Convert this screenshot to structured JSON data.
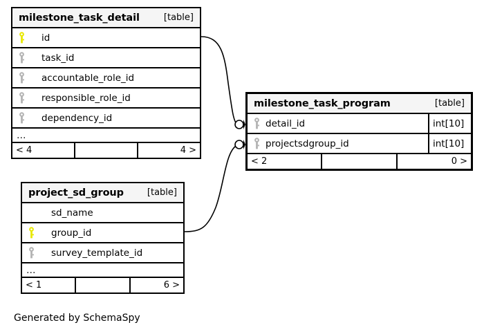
{
  "diagram": {
    "caption": "Generated by SchemaSpy",
    "kind_label": "[table]",
    "ellipsis": "…",
    "colors": {
      "primary_key": "#e8e800",
      "foreign_key": "#b3b3b3",
      "border": "#000000",
      "header_background": "#f5f5f5",
      "background": "#ffffff"
    }
  },
  "tables": [
    {
      "id": "milestone_task_detail",
      "name": "milestone_task_detail",
      "kind": "[table]",
      "columns": [
        {
          "name": "id",
          "key": "primary",
          "type": ""
        },
        {
          "name": "task_id",
          "key": "foreign",
          "type": ""
        },
        {
          "name": "accountable_role_id",
          "key": "foreign",
          "type": ""
        },
        {
          "name": "responsible_role_id",
          "key": "foreign",
          "type": ""
        },
        {
          "name": "dependency_id",
          "key": "foreign",
          "type": ""
        }
      ],
      "has_more": true,
      "footer": {
        "left": "< 4",
        "middle": "",
        "right": "4 >"
      }
    },
    {
      "id": "milestone_task_program",
      "name": "milestone_task_program",
      "kind": "[table]",
      "columns": [
        {
          "name": "detail_id",
          "key": "foreign",
          "type": "int[10]"
        },
        {
          "name": "projectsdgroup_id",
          "key": "foreign",
          "type": "int[10]"
        }
      ],
      "has_more": false,
      "footer": {
        "left": "< 2",
        "middle": "",
        "right": "0 >"
      }
    },
    {
      "id": "project_sd_group",
      "name": "project_sd_group",
      "kind": "[table]",
      "columns": [
        {
          "name": "sd_name",
          "key": "none",
          "type": ""
        },
        {
          "name": "group_id",
          "key": "primary",
          "type": ""
        },
        {
          "name": "survey_template_id",
          "key": "foreign",
          "type": ""
        }
      ],
      "has_more": true,
      "footer": {
        "left": "< 1",
        "middle": "",
        "right": "6 >"
      }
    }
  ],
  "relationships": [
    {
      "from_table": "milestone_task_detail",
      "from_column": "id",
      "to_table": "milestone_task_program",
      "to_column": "detail_id"
    },
    {
      "from_table": "project_sd_group",
      "from_column": "group_id",
      "to_table": "milestone_task_program",
      "to_column": "projectsdgroup_id"
    }
  ]
}
